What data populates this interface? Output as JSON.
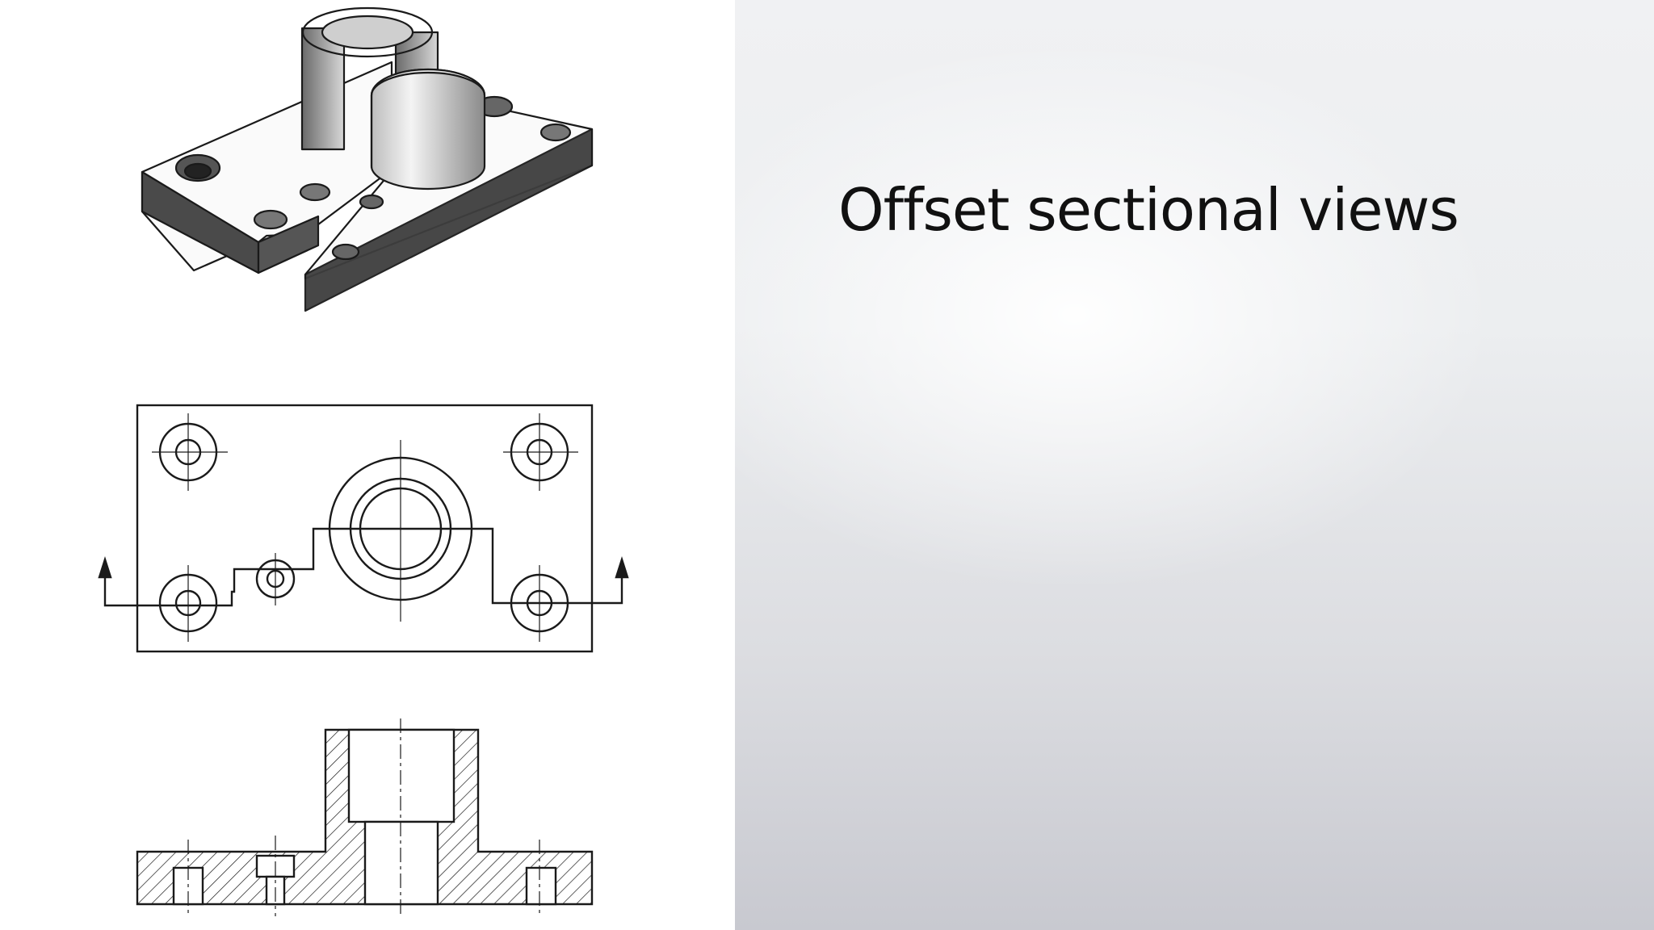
{
  "slide": {
    "title": "Offset sectional views"
  },
  "figures": [
    {
      "name": "isometric-view"
    },
    {
      "name": "top-view"
    },
    {
      "name": "front-section-view"
    }
  ],
  "colors": {
    "left_background": "#ffffff",
    "right_gradient_top": "#f0f1f3",
    "right_gradient_bottom": "#c8c9d0",
    "line": "#1a1a1a",
    "title_text": "#111111"
  }
}
